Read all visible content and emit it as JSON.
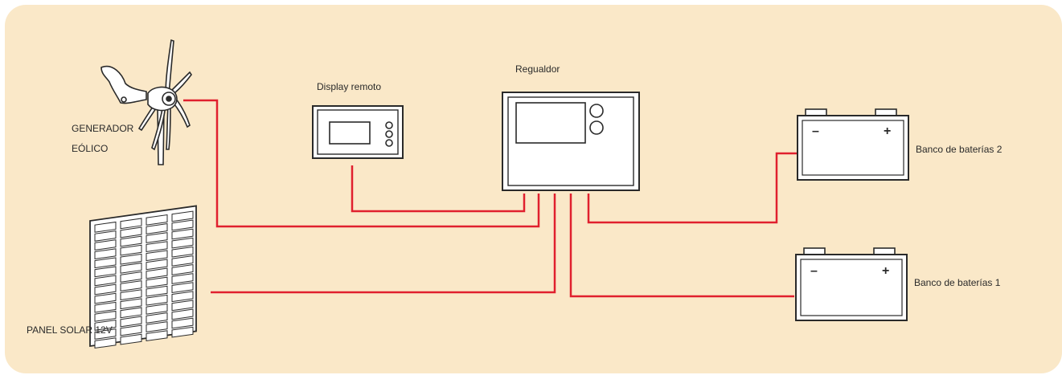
{
  "diagram": {
    "labels": {
      "wind_generator_line1": "GENERADOR",
      "wind_generator_line2": "EÓLICO",
      "solar_panel": "PANEL SOLAR 12V",
      "remote_display": "Display remoto",
      "regulator": "Regualdor",
      "battery_bank_2": "Banco de baterías 2",
      "battery_bank_1": "Banco de baterías 1",
      "battery_minus": "–",
      "battery_plus": "+"
    },
    "colors": {
      "background": "#fae8c8",
      "wire": "#e0202e",
      "outline": "#2a2a2a"
    }
  }
}
